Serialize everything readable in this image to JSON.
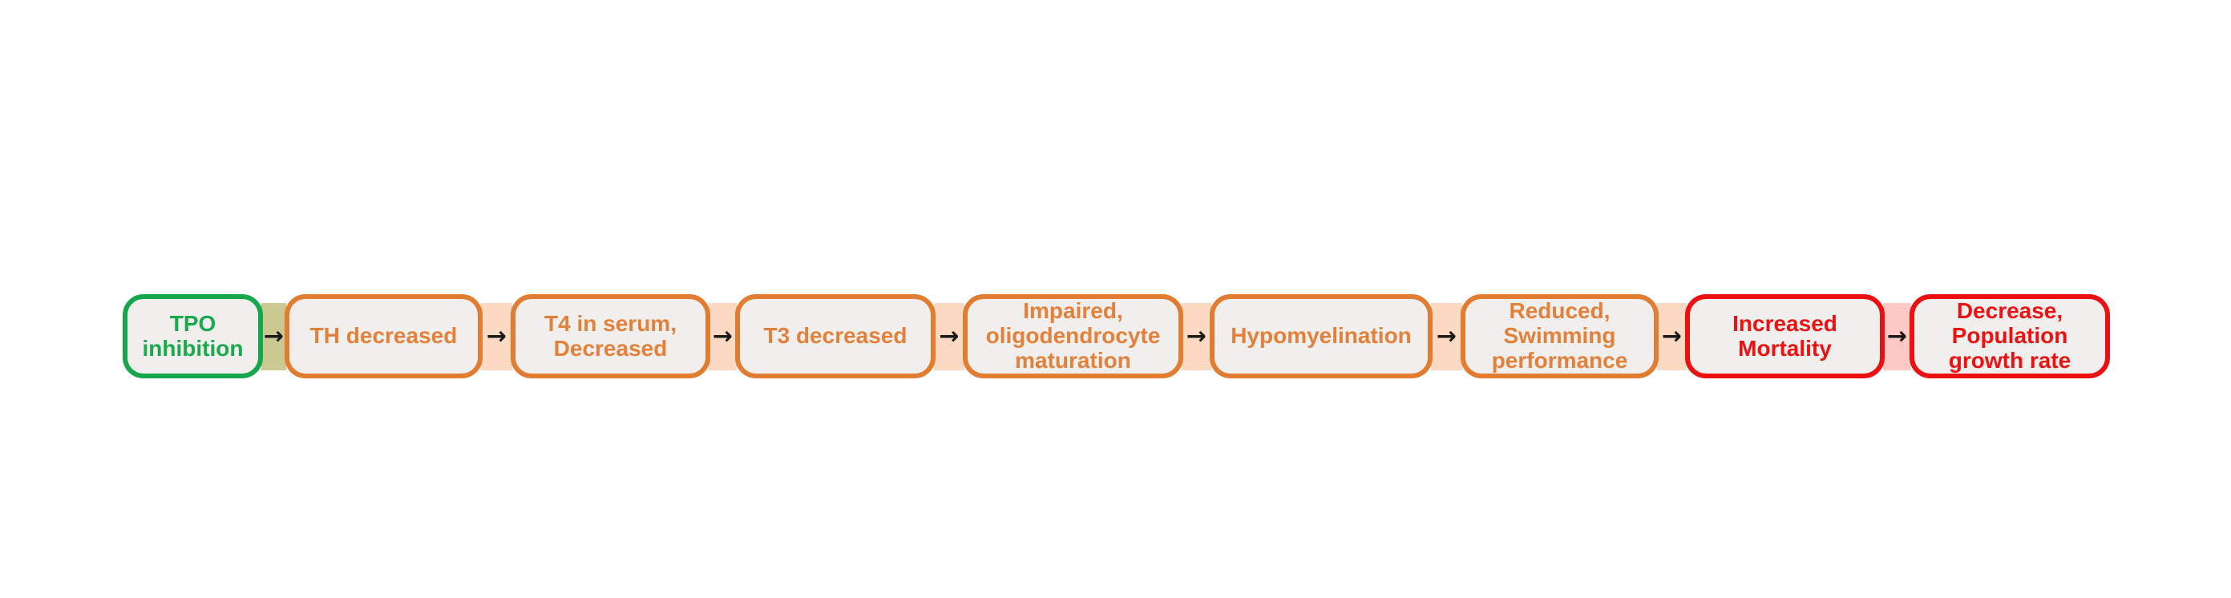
{
  "diagram": {
    "type": "adverse-outcome-pathway-flowchart",
    "background_color": "#ffffff",
    "node_fill_color": "#f0efed",
    "arrow_color": "#1a1a1a",
    "category_colors": {
      "green": "#17a74b",
      "orange": "#e17c30",
      "red": "#ed1010"
    },
    "band_colors": {
      "olive": "#cbc892",
      "peach": "#fbd9c2",
      "pink": "#fec8c5"
    },
    "nodes": [
      {
        "label": "TPO\ninhibition",
        "category": "green",
        "border_color": "#17a74b",
        "text_color": "#1ba94d"
      },
      {
        "label": "TH decreased",
        "category": "orange",
        "border_color": "#e17c30",
        "text_color": "#e3813a"
      },
      {
        "label": "T4 in serum,\nDecreased",
        "category": "orange",
        "border_color": "#e17c30",
        "text_color": "#e3813a"
      },
      {
        "label": "T3 decreased",
        "category": "orange",
        "border_color": "#e17c30",
        "text_color": "#e3813a"
      },
      {
        "label": "Impaired,\noligodendrocyte\nmaturation",
        "category": "orange",
        "border_color": "#e17c30",
        "text_color": "#e3813a"
      },
      {
        "label": "Hypomyelination",
        "category": "orange",
        "border_color": "#e17c30",
        "text_color": "#e3813a"
      },
      {
        "label": "Reduced,\nSwimming\nperformance",
        "category": "orange",
        "border_color": "#e17c30",
        "text_color": "#e3813a"
      },
      {
        "label": "Increased\nMortality",
        "category": "red",
        "border_color": "#ed1010",
        "text_color": "#ed1212"
      },
      {
        "label": "Decrease,\nPopulation\ngrowth rate",
        "category": "red",
        "border_color": "#ed1010",
        "text_color": "#ed1212"
      }
    ],
    "connectors": [
      {
        "arrow": "→",
        "band": "olive",
        "band_color": "#cbc892"
      },
      {
        "arrow": "→",
        "band": "peach",
        "band_color": "#fbd9c2"
      },
      {
        "arrow": "→",
        "band": "peach",
        "band_color": "#fbd9c2"
      },
      {
        "arrow": "→",
        "band": "peach",
        "band_color": "#fbd9c2"
      },
      {
        "arrow": "→",
        "band": "peach",
        "band_color": "#fbd9c2"
      },
      {
        "arrow": "→",
        "band": "peach",
        "band_color": "#fbd9c2"
      },
      {
        "arrow": "→",
        "band": "peach",
        "band_color": "#fbd9c2"
      },
      {
        "arrow": "→",
        "band": "pink",
        "band_color": "#fec8c5"
      }
    ]
  }
}
